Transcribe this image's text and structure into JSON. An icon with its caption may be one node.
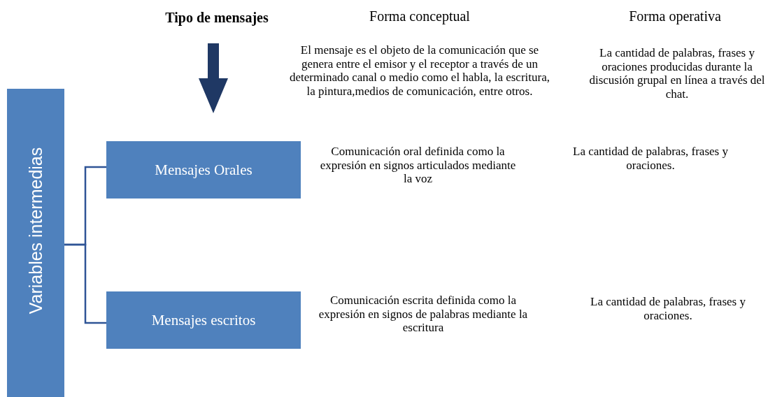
{
  "diagram": {
    "nodes": [
      {
        "text": [
          "Variables intermedias"
        ]
      },
      {
        "text": [
          "Mensajes Orales"
        ]
      },
      {
        "text": [
          "Mensajes escritos"
        ]
      }
    ],
    "edges": [
      {
        "from": 0,
        "to": 1,
        "arrow": "none"
      },
      {
        "from": 0,
        "to": 2,
        "arrow": "none"
      }
    ],
    "labels": [
      "Tipo de mensajes",
      "Forma conceptual",
      "Forma operativa",
      "El mensaje es el objeto de la comunicación que se genera entre el emisor y el receptor a través de un determinado canal o medio como el habla, la escritura, la pintura,medios de comunicación, entre otros.",
      "La cantidad de palabras, frases y oraciones producidas durante la discusión grupal en línea a través del chat.",
      "Comunicación oral definida como la expresión en signos articulados mediante la voz",
      "La cantidad de palabras, frases y oraciones.",
      "Comunicación escrita definida como la expresión en signos de palabras mediante la escritura",
      "La cantidad de palabras, frases y oraciones."
    ]
  }
}
